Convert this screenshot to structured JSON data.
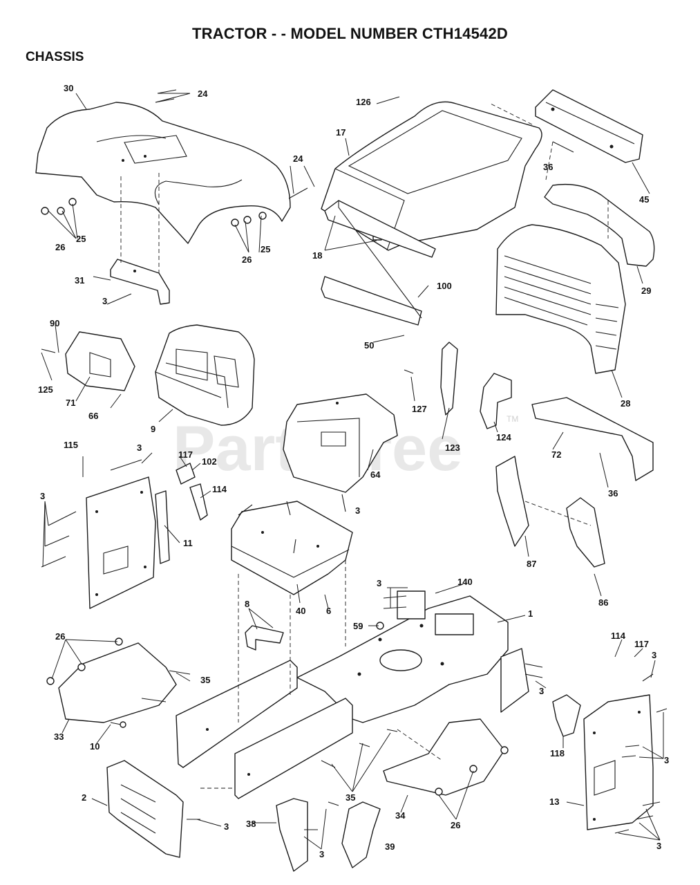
{
  "header": {
    "title": "TRACTOR - - MODEL NUMBER CTH14542D",
    "section": "CHASSIS"
  },
  "watermark": {
    "text": "PartsTree",
    "tm": "TM"
  },
  "callouts": [
    "30",
    "24",
    "126",
    "17",
    "24",
    "45",
    "36",
    "25",
    "26",
    "25",
    "26",
    "18",
    "29",
    "31",
    "3",
    "100",
    "50",
    "28",
    "90",
    "125",
    "71",
    "66",
    "9",
    "127",
    "123",
    "124",
    "64",
    "115",
    "117",
    "102",
    "3",
    "114",
    "3",
    "11",
    "72",
    "36",
    "3",
    "87",
    "86",
    "8",
    "40",
    "6",
    "59",
    "140",
    "3",
    "1",
    "26",
    "35",
    "33",
    "10",
    "114",
    "117",
    "3",
    "3",
    "118",
    "3",
    "2",
    "3",
    "38",
    "3",
    "35",
    "34",
    "26",
    "13",
    "39",
    "3"
  ],
  "colors": {
    "ink": "#1a1a1a",
    "watermark": "#d6d6d6",
    "background": "#ffffff"
  }
}
